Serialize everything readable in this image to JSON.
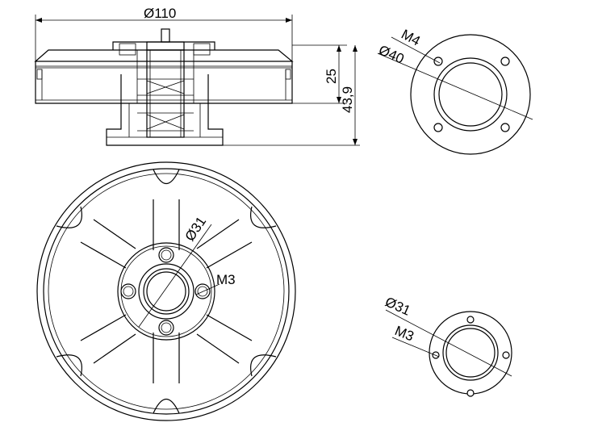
{
  "labels": {
    "side_diameter": "Ø110",
    "side_height_outer": "25",
    "side_height_total": "43,9",
    "top_right_thread": "M4",
    "top_right_diameter": "Ø40",
    "front_bolt_circle": "Ø31",
    "front_thread": "M3",
    "bottom_right_bolt_circle": "Ø31",
    "bottom_right_thread": "M3"
  },
  "colors": {
    "line": "#000000",
    "background": "#ffffff"
  }
}
